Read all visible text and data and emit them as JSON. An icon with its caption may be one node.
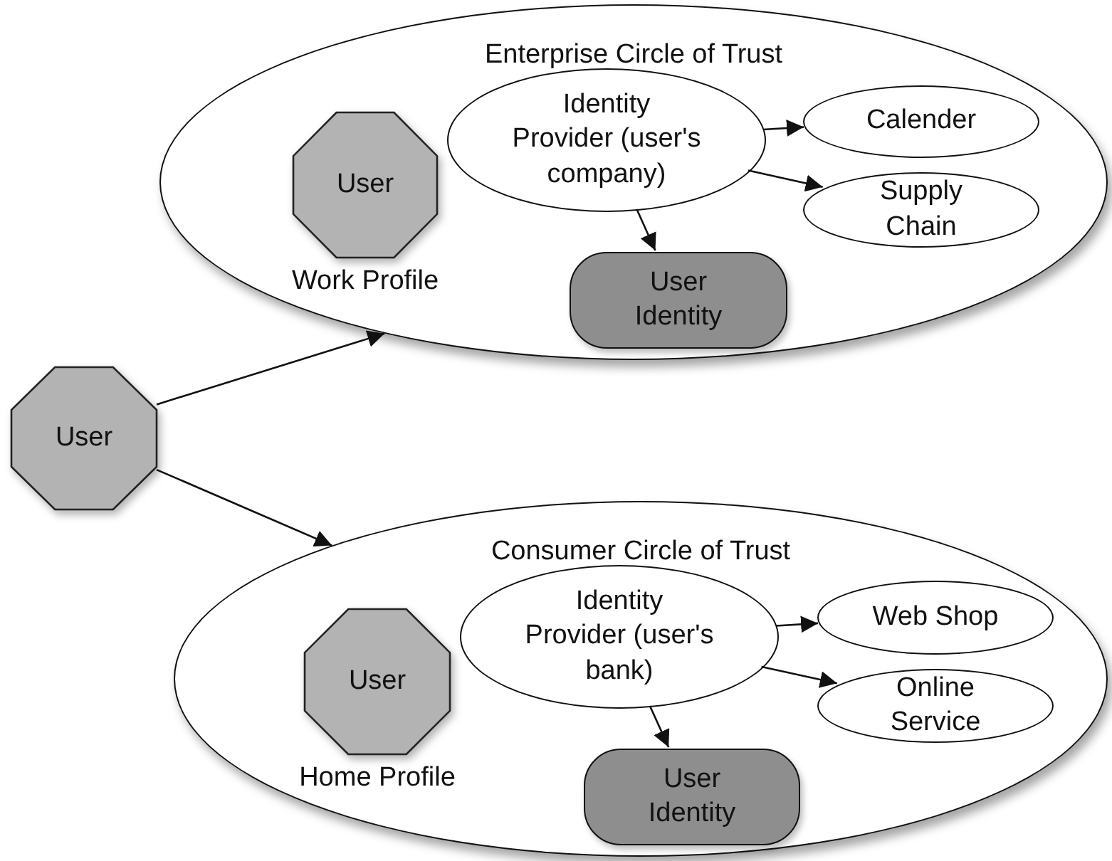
{
  "diagram": {
    "nodes": [
      {
        "text": [
          "User"
        ]
      },
      {
        "text": [
          "Enterprise Circle of Trust"
        ]
      },
      {
        "text": [
          "User"
        ],
        "in": 1,
        "beside": [
          "Work Profile"
        ]
      },
      {
        "text": [
          "Identity Provider (user's company)"
        ],
        "in": 1
      },
      {
        "text": [
          "Calender"
        ],
        "in": 1
      },
      {
        "text": [
          "Supply Chain"
        ],
        "in": 1
      },
      {
        "text": [
          "User Identity"
        ],
        "in": 1
      },
      {
        "text": [
          "Consumer Circle of Trust"
        ]
      },
      {
        "text": [
          "User"
        ],
        "in": 7,
        "beside": [
          "Home Profile"
        ]
      },
      {
        "text": [
          "Identity Provider (user's bank)"
        ],
        "in": 7
      },
      {
        "text": [
          "Web Shop"
        ],
        "in": 7
      },
      {
        "text": [
          "Online Service"
        ],
        "in": 7
      },
      {
        "text": [
          "User Identity"
        ],
        "in": 7
      }
    ],
    "edges": [
      {
        "from": 0,
        "to": 1,
        "arrow": "to"
      },
      {
        "from": 0,
        "to": 7,
        "arrow": "to"
      },
      {
        "from": 3,
        "to": 4,
        "arrow": "to"
      },
      {
        "from": 3,
        "to": 5,
        "arrow": "to"
      },
      {
        "from": 3,
        "to": 6,
        "arrow": "to"
      },
      {
        "from": 9,
        "to": 10,
        "arrow": "to"
      },
      {
        "from": 9,
        "to": 11,
        "arrow": "to"
      },
      {
        "from": 9,
        "to": 12,
        "arrow": "to"
      }
    ]
  }
}
